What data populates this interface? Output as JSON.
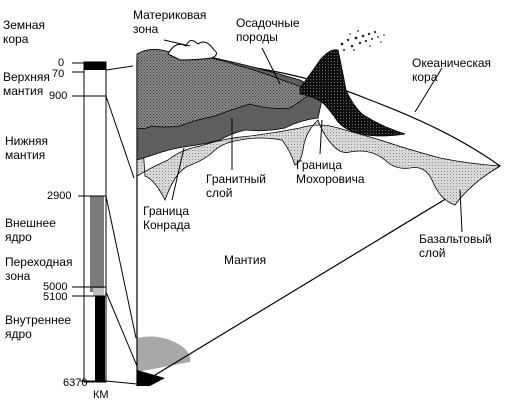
{
  "left_column": {
    "layers": [
      {
        "label": "Земная\nкора"
      },
      {
        "label": "Верхняя\nмантия"
      },
      {
        "label": "Нижняя\nмантия"
      },
      {
        "label": "Внешнее\nядро"
      },
      {
        "label": "Переходная\nзона"
      },
      {
        "label": "Внутреннее\nядро"
      }
    ],
    "depth_marks": [
      "0",
      "70",
      "900",
      "2900",
      "5000",
      "5100",
      "6370"
    ],
    "unit": "КМ"
  },
  "section_labels": {
    "continental_zone": "Материковая\nзона",
    "sedimentary": "Осадочные\nпороды",
    "oceanic_crust": "Океаническая\nкора",
    "granite_layer": "Гранитный\nслой",
    "moho": "Граница\nМохоровича",
    "conrad": "Граница\nКонрада",
    "mantle": "Мантия",
    "basalt_layer": "Базальтовый\nслой"
  }
}
